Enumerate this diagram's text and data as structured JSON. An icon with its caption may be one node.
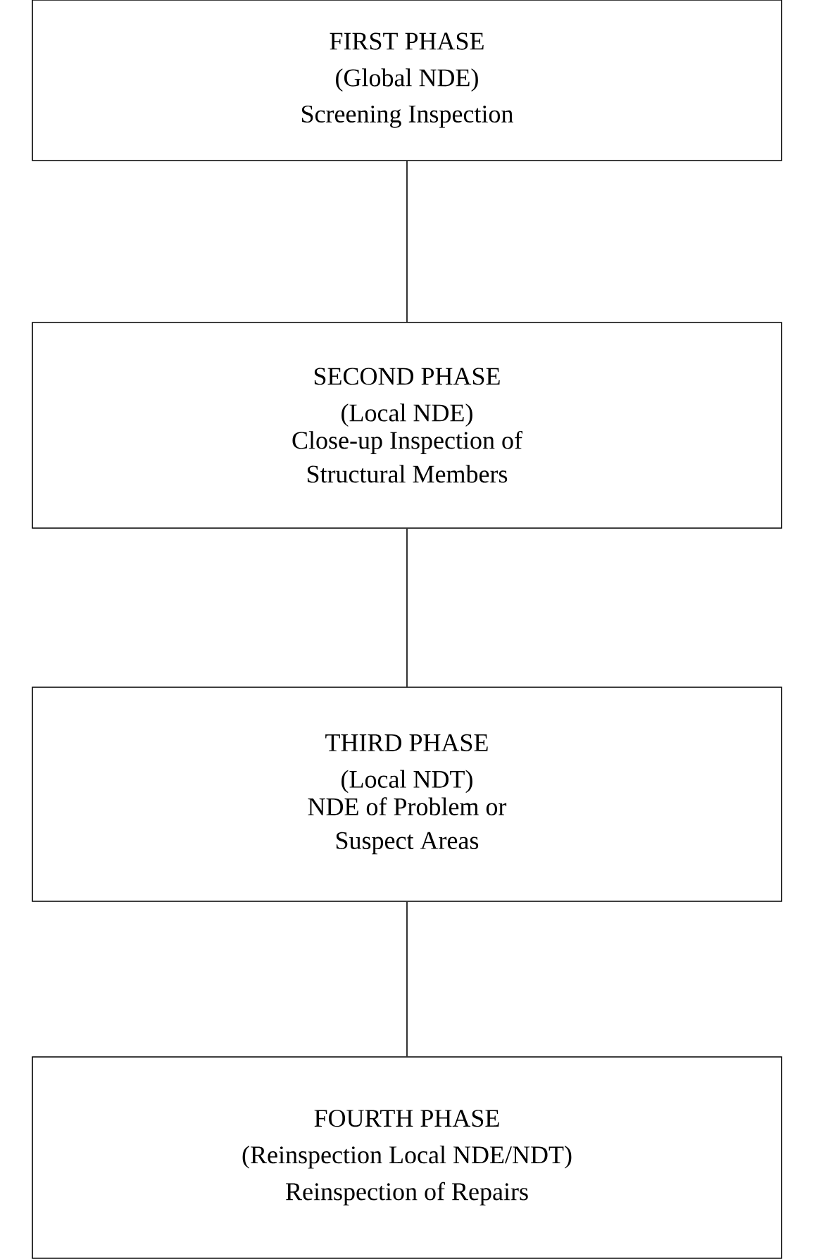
{
  "diagram": {
    "nodes": [
      {
        "text": [
          "FIRST PHASE",
          "(Global NDE)",
          "Screening Inspection"
        ]
      },
      {
        "text": [
          "SECOND PHASE",
          "(Local NDE)",
          "Close-up Inspection of Structural Members"
        ]
      },
      {
        "text": [
          "THIRD PHASE",
          "(Local NDT)",
          "NDE of Problem or Suspect Areas"
        ]
      },
      {
        "text": [
          "FOURTH PHASE",
          "(Reinspection Local NDE/NDT)",
          "Reinspection of Repairs"
        ]
      }
    ],
    "edges": [
      {
        "from": 0,
        "to": 1,
        "arrow": "none"
      },
      {
        "from": 1,
        "to": 2,
        "arrow": "none"
      },
      {
        "from": 2,
        "to": 3,
        "arrow": "none"
      }
    ]
  }
}
